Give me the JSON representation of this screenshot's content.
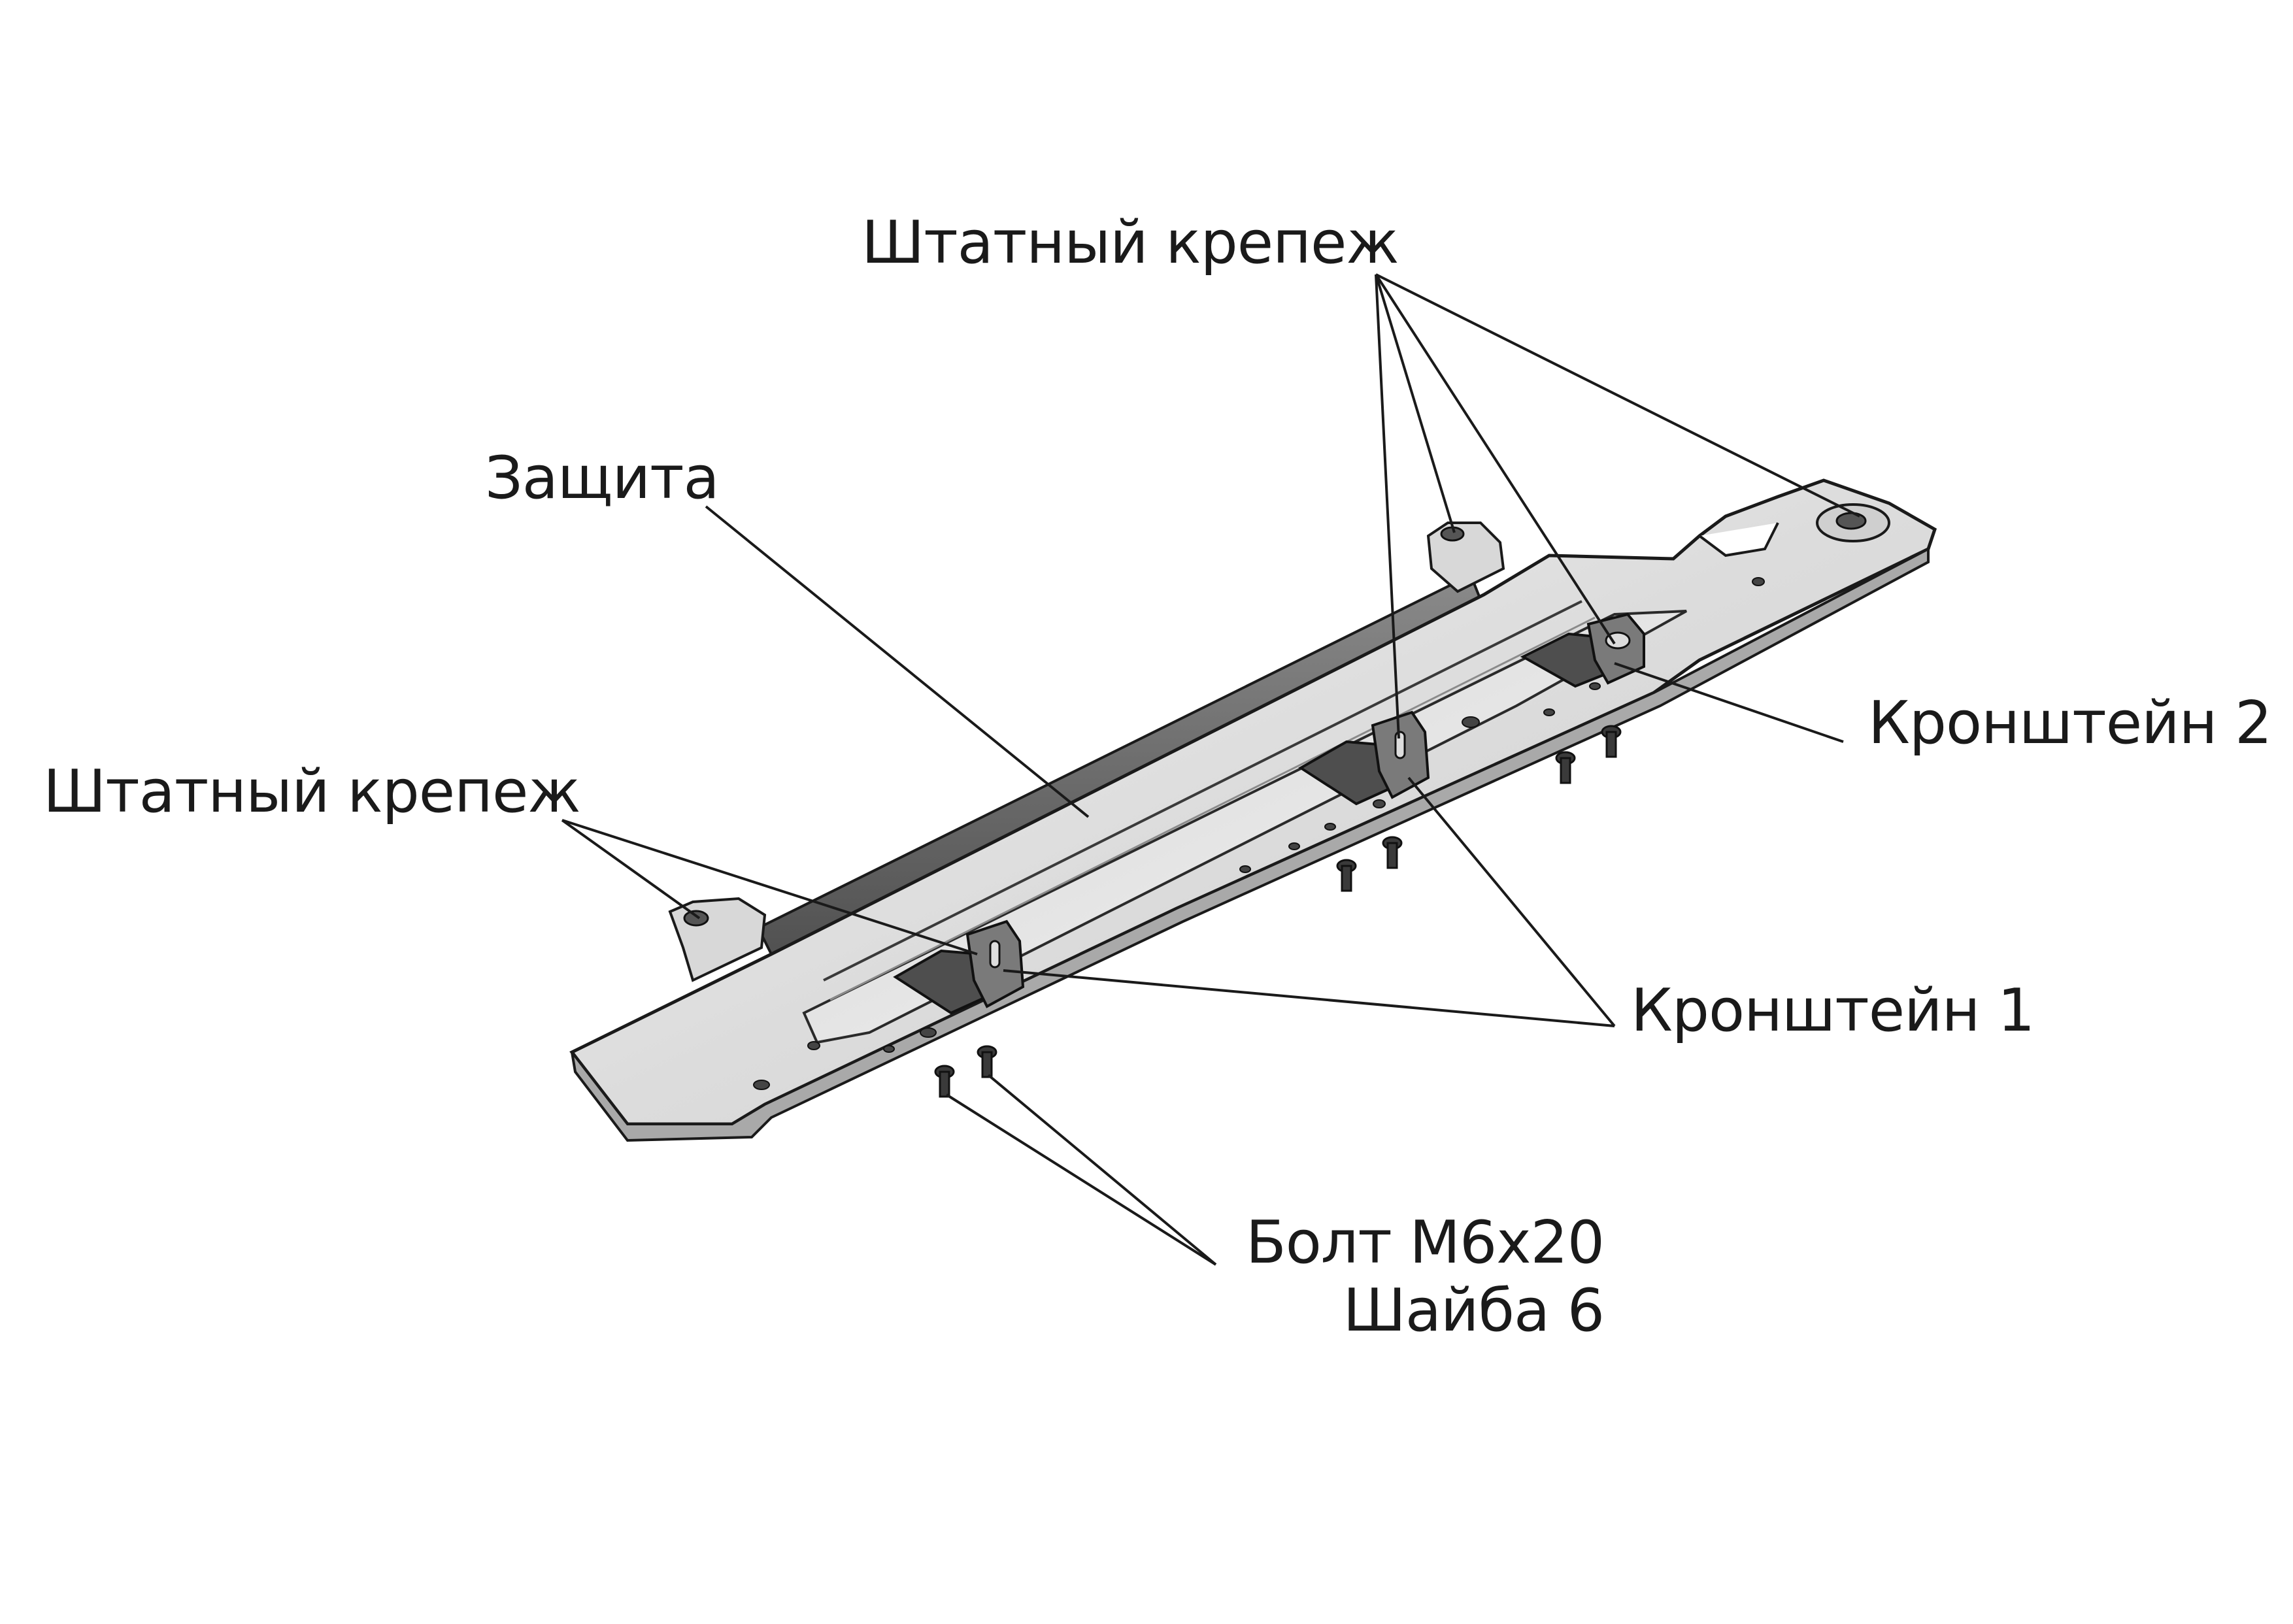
{
  "labels": {
    "standard_fastener_top": "Штатный крепеж",
    "standard_fastener_left": "Штатный крепеж",
    "guard": "Защита",
    "bracket_2": "Кронштейн 2",
    "bracket_1": "Кронштейн 1",
    "bolt": "Болт М6х20",
    "washer": "Шайба 6"
  },
  "colors": {
    "line": "#1a1a1a",
    "plate_light": "#e6e6e6",
    "plate_mid": "#c9c9c9",
    "plate_dark": "#6e6e6e",
    "bracket": "#5a5a5a"
  }
}
